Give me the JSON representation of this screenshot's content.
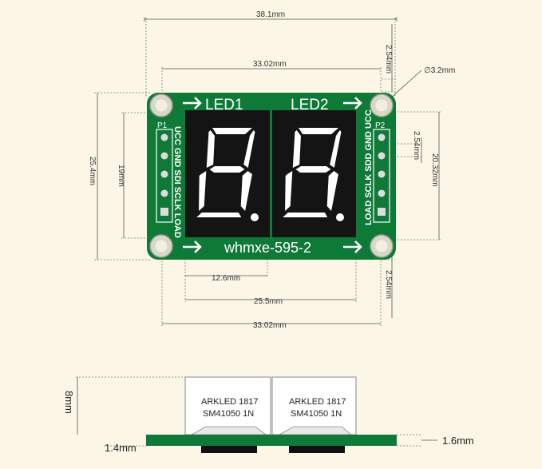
{
  "board": {
    "led1_label": "LED1",
    "led2_label": "LED2",
    "model_label": "whmxe-595-2",
    "p1_label": "P1",
    "p2_label": "P2",
    "p1_pins": "UCC GND SDI SCLK LOAD",
    "p2_pins": "LOAD SCLK SDD GND UCC",
    "display_digits": [
      "8.",
      "8."
    ]
  },
  "dimensions": {
    "overall_width": "38.1mm",
    "hole_spacing_top": "33.02mm",
    "hole_spacing_bottom": "33.02mm",
    "hole_offset_top": "2.54mm",
    "hole_offset_bottom": "2.54mm",
    "hole_diameter": "∅3.2mm",
    "board_height": "25.4mm",
    "header_height": "19mm",
    "pin_spacing": "2.54mm",
    "right_span": "20.32mm",
    "digit_width": "12.6mm",
    "display_width": "25.5mm"
  },
  "side_view": {
    "chip_line1": "ARKLED  1817",
    "chip_line2": "SM41050 1N",
    "height": "8mm",
    "pcb_thickness": "1.4mm",
    "total_thickness": "1.6mm"
  },
  "colors": {
    "pcb": "#0f7a38",
    "pcb_dark": "#0b5e2b",
    "display": "#141414",
    "background": "#fbf6e6"
  }
}
